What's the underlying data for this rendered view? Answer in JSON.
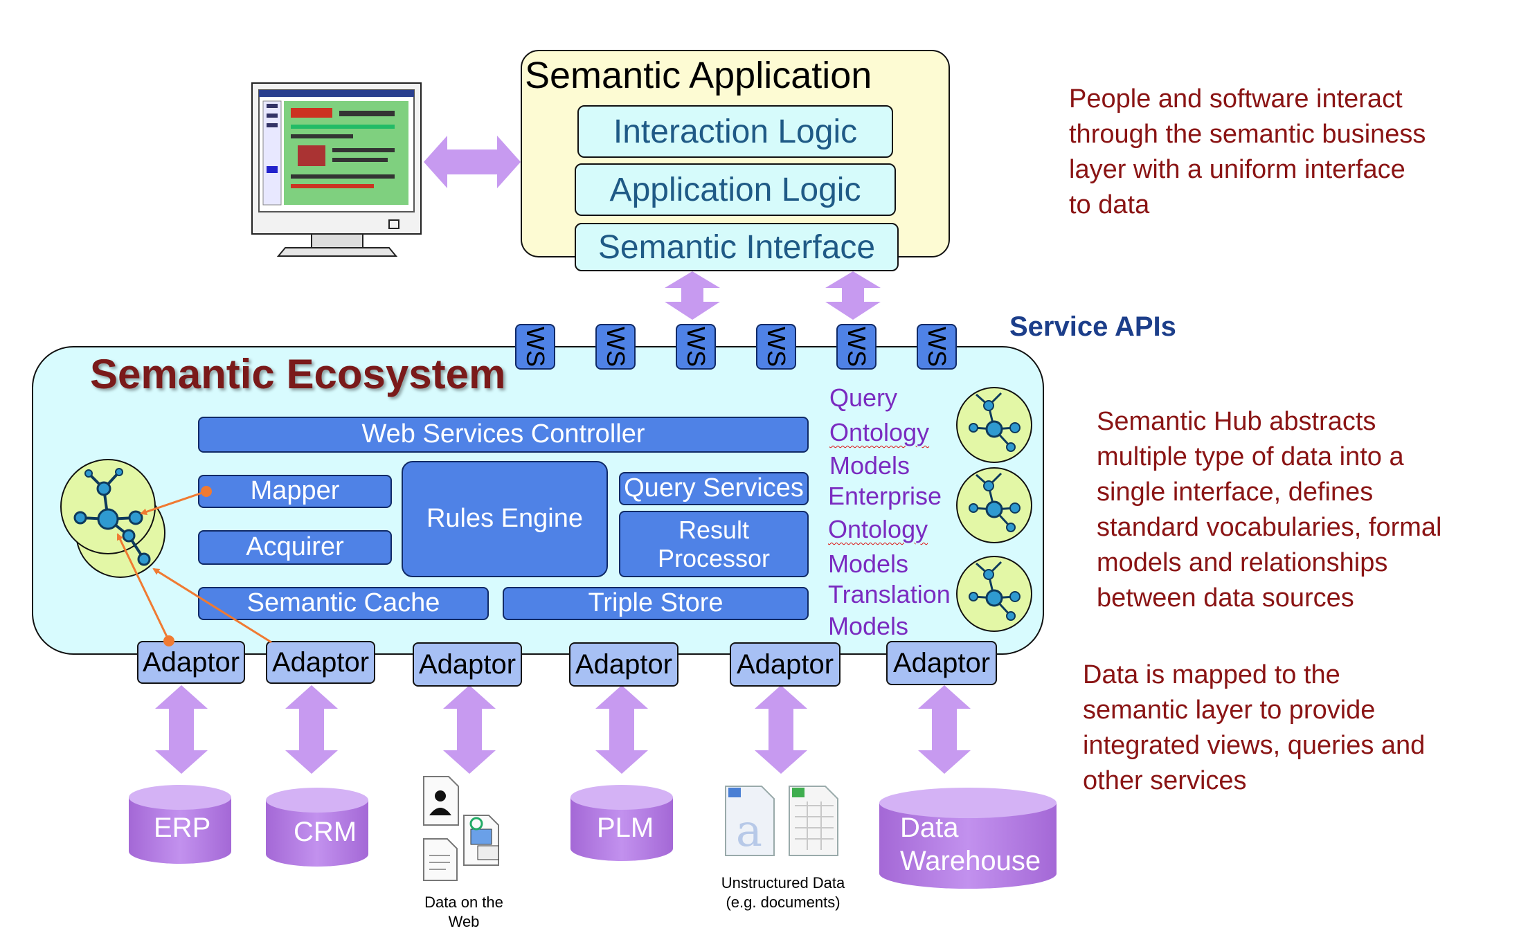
{
  "semantic_application": {
    "title": "Semantic Application",
    "layers": [
      "Interaction Logic",
      "Application Logic",
      "Semantic Interface"
    ]
  },
  "service_apis_label": "Service APIs",
  "web_services": [
    "WS",
    "WS",
    "WS",
    "WS",
    "WS",
    "WS"
  ],
  "semantic_ecosystem": {
    "title": "Semantic Ecosystem",
    "web_services_controller": "Web Services Controller",
    "mapper": "Mapper",
    "acquirer": "Acquirer",
    "rules_engine": "Rules Engine",
    "query_services": "Query Services",
    "result_processor": [
      "Result",
      "Processor"
    ],
    "semantic_cache": "Semantic Cache",
    "triple_store": "Triple Store",
    "model_labels": [
      {
        "text": "Query",
        "wavy": false
      },
      {
        "text": "Ontology",
        "wavy": true
      },
      {
        "text": "Models",
        "wavy": false
      },
      {
        "text": "Enterprise",
        "wavy": false
      },
      {
        "text": "Ontology",
        "wavy": true
      },
      {
        "text": "Models",
        "wavy": false
      },
      {
        "text": "Translation",
        "wavy": false
      },
      {
        "text": "Models",
        "wavy": false
      }
    ]
  },
  "adaptors": [
    "Adaptor",
    "Adaptor",
    "Adaptor",
    "Adaptor",
    "Adaptor",
    "Adaptor"
  ],
  "data_sources": {
    "erp": "ERP",
    "crm": "CRM",
    "web": [
      "Data on the",
      "Web"
    ],
    "plm": "PLM",
    "unstructured": [
      "Unstructured Data",
      "(e.g. documents)"
    ],
    "warehouse": [
      "Data",
      "Warehouse"
    ]
  },
  "notes": {
    "people": [
      "People and software interact",
      "through the semantic business",
      "layer with a uniform interface",
      "to data"
    ],
    "hub": [
      "Semantic Hub abstracts",
      "multiple type of data into a",
      "single interface, defines",
      "standard vocabularies, formal",
      "models and relationships",
      "between data sources"
    ],
    "mapped": [
      "Data is mapped to the",
      "semantic layer to provide",
      "integrated views, queries and",
      "other services"
    ]
  },
  "colors": {
    "lilac_arrow": "#c79af0",
    "component_blue": "#4f82e6",
    "ecosystem_bg": "#d8fbfe",
    "app_bg": "#fdfbd3",
    "db_purple": "#b07be0",
    "note_red": "#8a1414",
    "orange_link": "#f07a32",
    "graph_green": "#e3f7a6"
  },
  "icons": [
    "computer-monitor-icon",
    "ontology-graph-icon",
    "document-icon",
    "spreadsheet-icon",
    "database-icon"
  ]
}
